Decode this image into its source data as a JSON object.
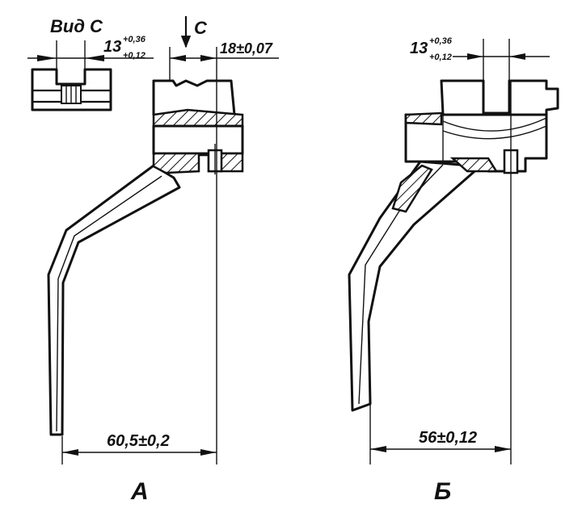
{
  "view_c": {
    "title": "Вид C",
    "dim_main": "13",
    "tol_upper": "+0,36",
    "tol_lower": "+0,12"
  },
  "part_a": {
    "section_arrow_label": "C",
    "dim_top": "18±0,07",
    "dim_bottom": "60,5±0,2",
    "caption": "А"
  },
  "part_b": {
    "dim_main": "13",
    "tol_upper": "+0,36",
    "tol_lower": "+0,12",
    "dim_bottom": "56±0,12",
    "caption": "Б"
  },
  "colors": {
    "ink": "#111111",
    "paper": "#ffffff"
  }
}
